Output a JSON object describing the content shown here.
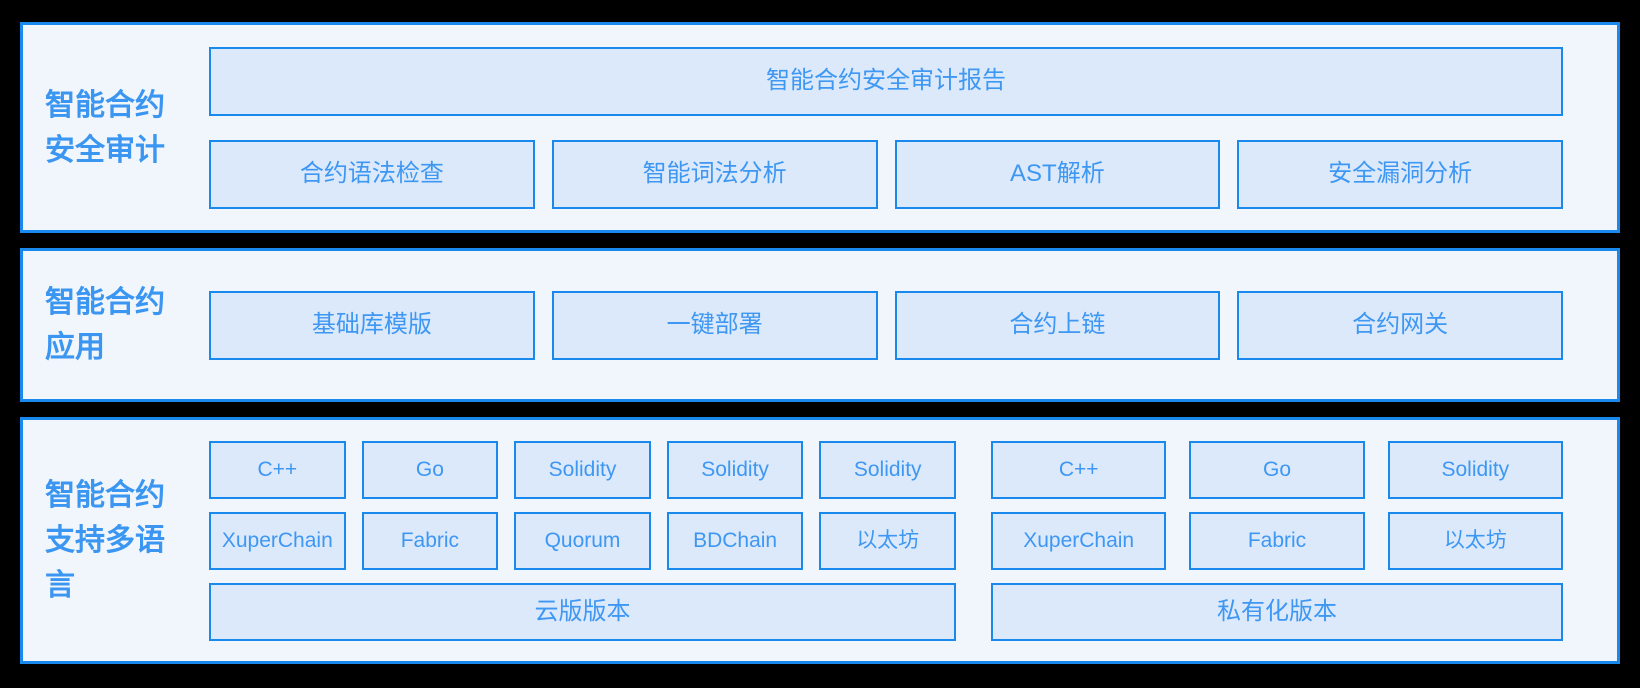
{
  "colors": {
    "page_bg": "#000000",
    "panel_bg": "#f0f6fb",
    "border_blue": "#1989ee",
    "box_bg": "#dbe9fa",
    "text_blue": "#3e97f3",
    "label_blue": "#3b96f2"
  },
  "sections": [
    {
      "label": "智能合约安全审计",
      "report": "智能合约安全审计报告",
      "items": [
        "合约语法检查",
        "智能词法分析",
        "AST解析",
        "安全漏洞分析"
      ]
    },
    {
      "label": "智能合约应用",
      "items": [
        "基础库模版",
        "一键部署",
        "合约上链",
        "合约网关"
      ]
    },
    {
      "label": "智能合约支持多语言",
      "groups": [
        {
          "languages": [
            "C++",
            "Go",
            "Solidity",
            "Solidity",
            "Solidity"
          ],
          "platforms": [
            "XuperChain",
            "Fabric",
            "Quorum",
            "BDChain",
            "以太坊"
          ],
          "version": "云版版本"
        },
        {
          "languages": [
            "C++",
            "Go",
            "Solidity"
          ],
          "platforms": [
            "XuperChain",
            "Fabric",
            "以太坊"
          ],
          "version": "私有化版本"
        }
      ]
    }
  ]
}
